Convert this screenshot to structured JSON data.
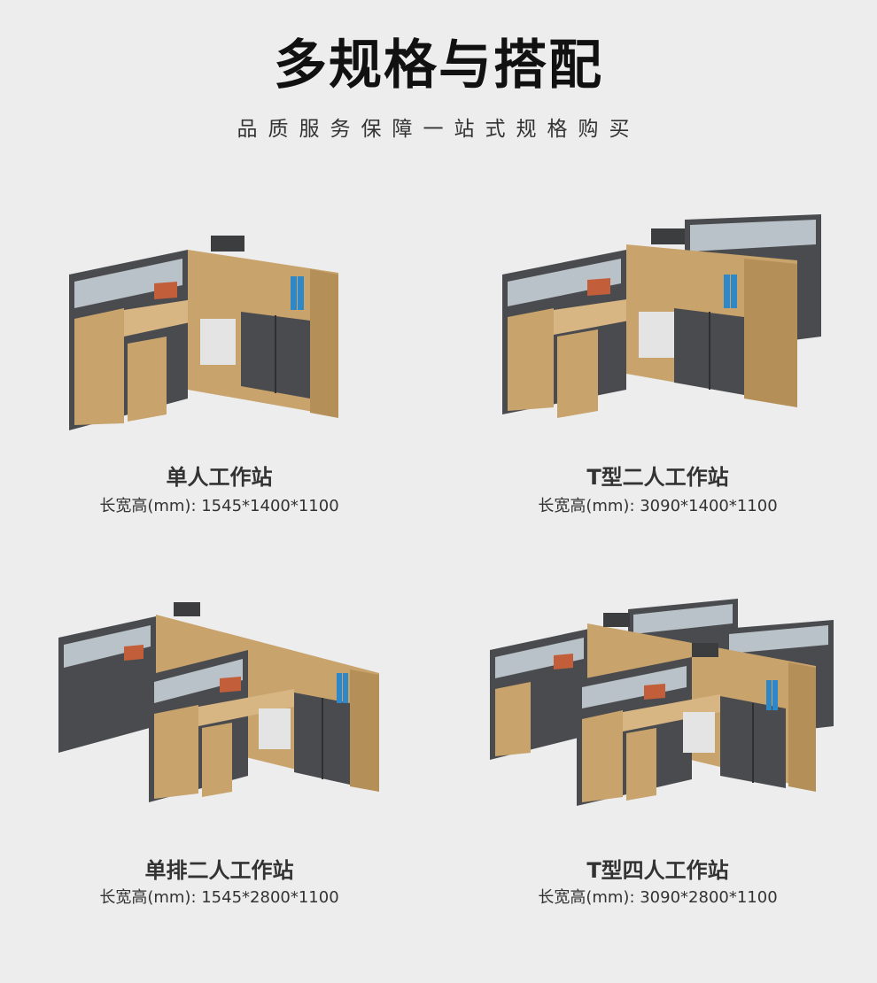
{
  "header": {
    "title": "多规格与搭配",
    "subtitle": "品质服务保障一站式规格购买"
  },
  "products": [
    {
      "name": "单人工作站",
      "spec": "长宽高(mm): 1545*1400*1100",
      "image": "single-workstation-render"
    },
    {
      "name": "T型二人工作站",
      "spec": "长宽高(mm): 3090*1400*1100",
      "image": "t-shaped-two-person-workstation-render"
    },
    {
      "name": "单排二人工作站",
      "spec": "长宽高(mm): 1545*2800*1100",
      "image": "single-row-two-person-workstation-render"
    },
    {
      "name": "T型四人工作站",
      "spec": "长宽高(mm): 3090*2800*1100",
      "image": "t-shaped-four-person-workstation-render"
    }
  ],
  "colors": {
    "background": "#ededed",
    "wood": "#c9a36c",
    "frame": "#4a4b4e",
    "glass": "#b9c2c8"
  }
}
